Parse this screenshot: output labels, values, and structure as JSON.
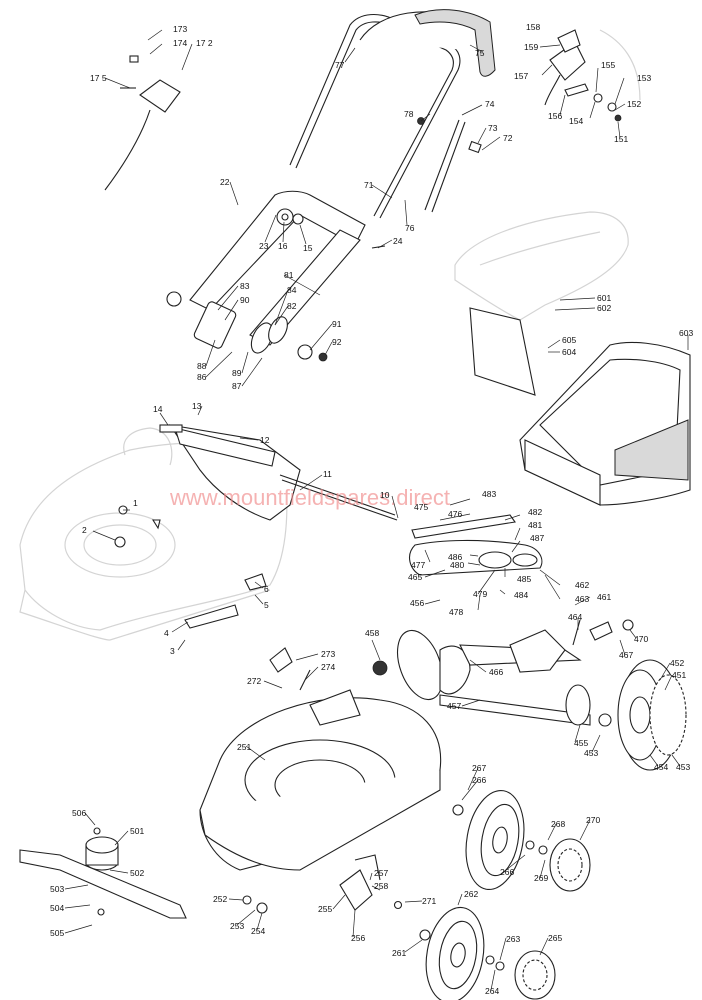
{
  "watermark": "www.mountfieldspares.direct",
  "labels": {
    "l173": "173",
    "l174": "174",
    "l172": "17 2",
    "l175": "17 5",
    "l77": "77",
    "l75": "75",
    "l158": "158",
    "l159": "159",
    "l157": "157",
    "l155": "155",
    "l153": "153",
    "l152": "152",
    "l156": "156",
    "l154": "154",
    "l151": "151",
    "l78": "78",
    "l74": "74",
    "l73": "73",
    "l72": "72",
    "l22": "22",
    "l71": "71",
    "l76": "76",
    "l23": "23",
    "l16": "16",
    "l15": "15",
    "l24": "24",
    "l81": "81",
    "l83": "83",
    "l84": "84",
    "l90": "90",
    "l82": "82",
    "l91": "91",
    "l92": "92",
    "l88": "88",
    "l86": "86",
    "l89": "89",
    "l87": "87",
    "l601": "601",
    "l602": "602",
    "l605": "605",
    "l604": "604",
    "l603": "603",
    "l14": "14",
    "l13": "13",
    "l12": "12",
    "l11": "11",
    "l10": "10",
    "l475": "475",
    "l483": "483",
    "l476": "476",
    "l482": "482",
    "l481": "481",
    "l487": "487",
    "l477": "477",
    "l486": "486",
    "l480": "480",
    "l465": "465",
    "l479": "479",
    "l485": "485",
    "l462": "462",
    "l463": "463",
    "l461": "461",
    "l456": "456",
    "l478": "478",
    "l484": "484",
    "l1": "1",
    "l2": "2",
    "l6": "6",
    "l5": "5",
    "l4": "4",
    "l3": "3",
    "l458": "458",
    "l464": "464",
    "l470": "470",
    "l467": "467",
    "l466": "466",
    "l273": "273",
    "l274": "274",
    "l272": "272",
    "l457": "457",
    "l452": "452",
    "l451": "451",
    "l455": "455",
    "l453a": "453",
    "l454": "454",
    "l453b": "453",
    "l251": "251",
    "l267": "267",
    "l266a": "266",
    "l268": "268",
    "l270": "270",
    "l266b": "266",
    "l269": "269",
    "l506": "506",
    "l501": "501",
    "l502": "502",
    "l503": "503",
    "l504": "504",
    "l505": "505",
    "l257": "257",
    "l258": "258",
    "l252": "252",
    "l255": "255",
    "l253": "253",
    "l254": "254",
    "l271": "271",
    "l262": "262",
    "l256": "256",
    "l263": "263",
    "l265": "265",
    "l261": "261",
    "l264": "264"
  }
}
